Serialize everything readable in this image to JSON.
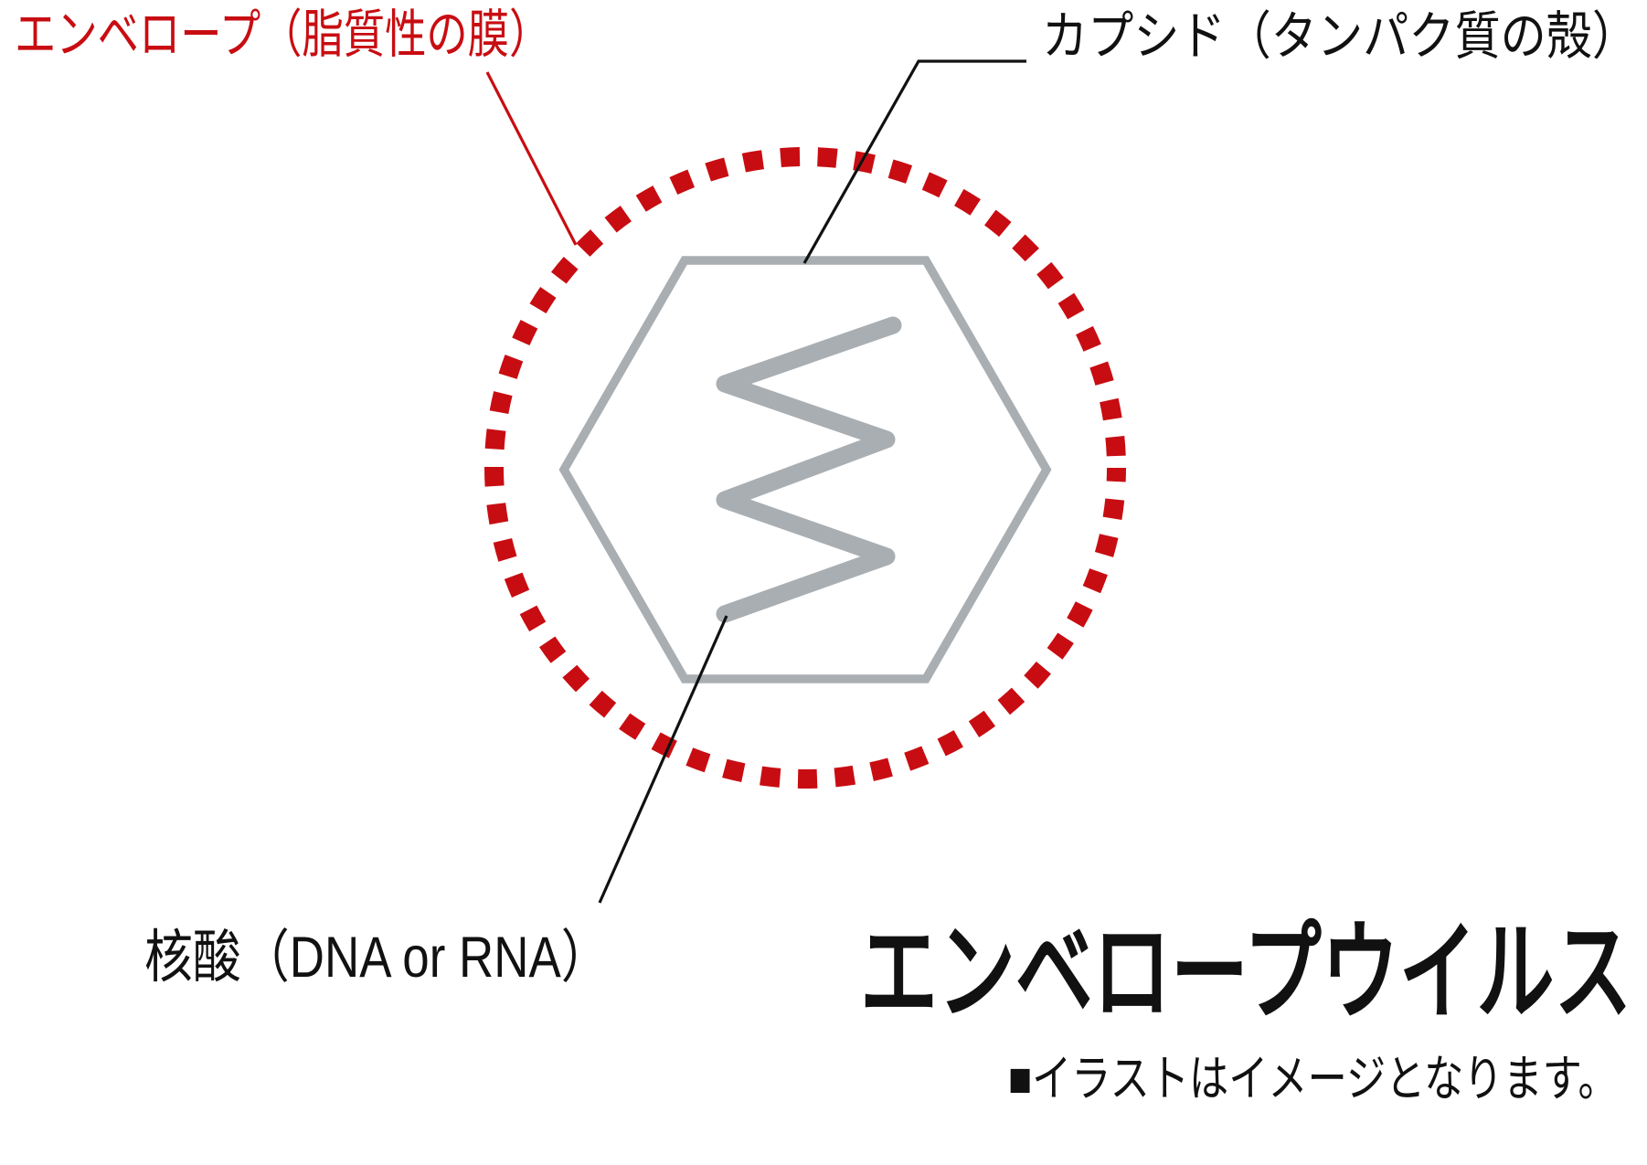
{
  "colors": {
    "accent_red": "#C80D12",
    "structure_gray": "#A9AEB2",
    "text_black": "#111111",
    "background": "#FFFFFF"
  },
  "labels": {
    "envelope": "エンベロープ（脂質性の膜）",
    "capsid": "カプシド（タンパク質の殻）",
    "nucleic_acid": "核酸（DNA or RNA）",
    "title": "エンベロープウイルス",
    "note": "■イラストはイメージとなります。"
  },
  "shapes": {
    "envelope_icon": "dotted-circle",
    "capsid_icon": "hexagon-outline",
    "nucleic_acid_icon": "zigzag-strand"
  }
}
